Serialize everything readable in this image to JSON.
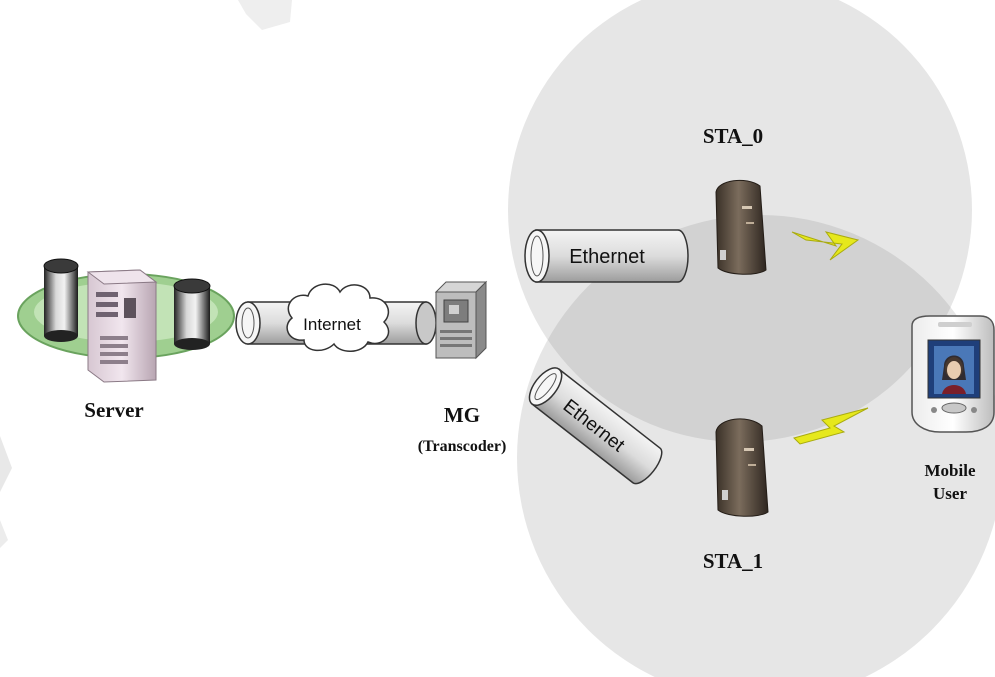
{
  "labels": {
    "server": "Server",
    "mg": "MG",
    "mg_sub": "(Transcoder)",
    "sta0": "STA_0",
    "sta1": "STA_1",
    "mobile_line1": "Mobile",
    "mobile_line2": "User"
  },
  "links": {
    "internet": "Internet",
    "ethernet_top": "Ethernet",
    "ethernet_bottom": "Ethernet"
  },
  "colors": {
    "coverage": "#e6e6e6",
    "overlap": "#d2d2d2",
    "lightning": "#e6e81c",
    "server_base": "#a9d69a"
  }
}
